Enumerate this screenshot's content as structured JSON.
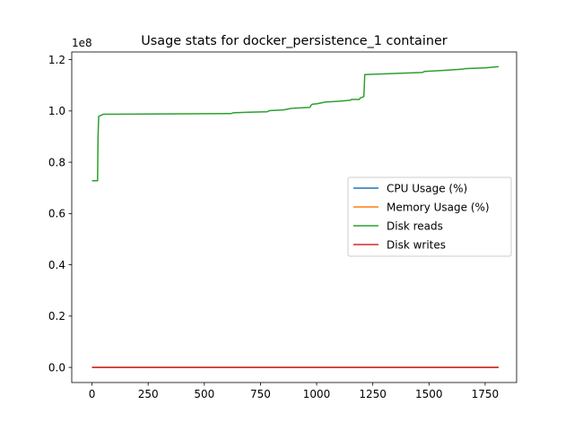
{
  "chart_data": {
    "type": "line",
    "title": "Usage stats for docker_persistence_1 container",
    "xlabel": "",
    "ylabel": "",
    "y_offset_label": "1e8",
    "xlim": [
      -90,
      1890
    ],
    "ylim": [
      -5900000,
      123000000
    ],
    "x_ticks": [
      0,
      250,
      500,
      750,
      1000,
      1250,
      1500,
      1750
    ],
    "x_tick_labels": [
      "0",
      "250",
      "500",
      "750",
      "1000",
      "1250",
      "1500",
      "1750"
    ],
    "y_ticks": [
      0,
      20000000,
      40000000,
      60000000,
      80000000,
      100000000,
      120000000
    ],
    "y_tick_labels": [
      "0.0",
      "0.2",
      "0.4",
      "0.6",
      "0.8",
      "1.0",
      "1.2"
    ],
    "grid": false,
    "legend_position": "center-right",
    "series": [
      {
        "name": "CPU Usage (%)",
        "color": "#1f77b4",
        "x": [
          0,
          1810
        ],
        "y": [
          0,
          0
        ]
      },
      {
        "name": "Memory Usage (%)",
        "color": "#ff7f0e",
        "x": [
          0,
          1810
        ],
        "y": [
          0,
          0
        ]
      },
      {
        "name": "Disk reads",
        "color": "#2ca02c",
        "x": [
          0,
          25,
          27,
          30,
          33,
          40,
          50,
          620,
          630,
          700,
          780,
          790,
          850,
          870,
          880,
          900,
          970,
          975,
          980,
          1000,
          1030,
          1040,
          1100,
          1150,
          1155,
          1190,
          1195,
          1200,
          1210,
          1212,
          1214,
          1470,
          1480,
          1580,
          1650,
          1660,
          1750,
          1810
        ],
        "y": [
          72800000,
          72800000,
          90000000,
          97900000,
          98000000,
          98300000,
          98700000,
          99000000,
          99300000,
          99500000,
          99700000,
          100100000,
          100400000,
          100700000,
          100900000,
          101100000,
          101400000,
          102200000,
          102600000,
          102800000,
          103300000,
          103500000,
          103800000,
          104200000,
          104500000,
          104500000,
          105200000,
          105200000,
          105600000,
          109000000,
          114200000,
          115000000,
          115400000,
          115900000,
          116300000,
          116500000,
          116800000,
          117300000
        ]
      },
      {
        "name": "Disk writes",
        "color": "#d62728",
        "x": [
          0,
          1810
        ],
        "y": [
          0,
          0
        ]
      }
    ]
  }
}
